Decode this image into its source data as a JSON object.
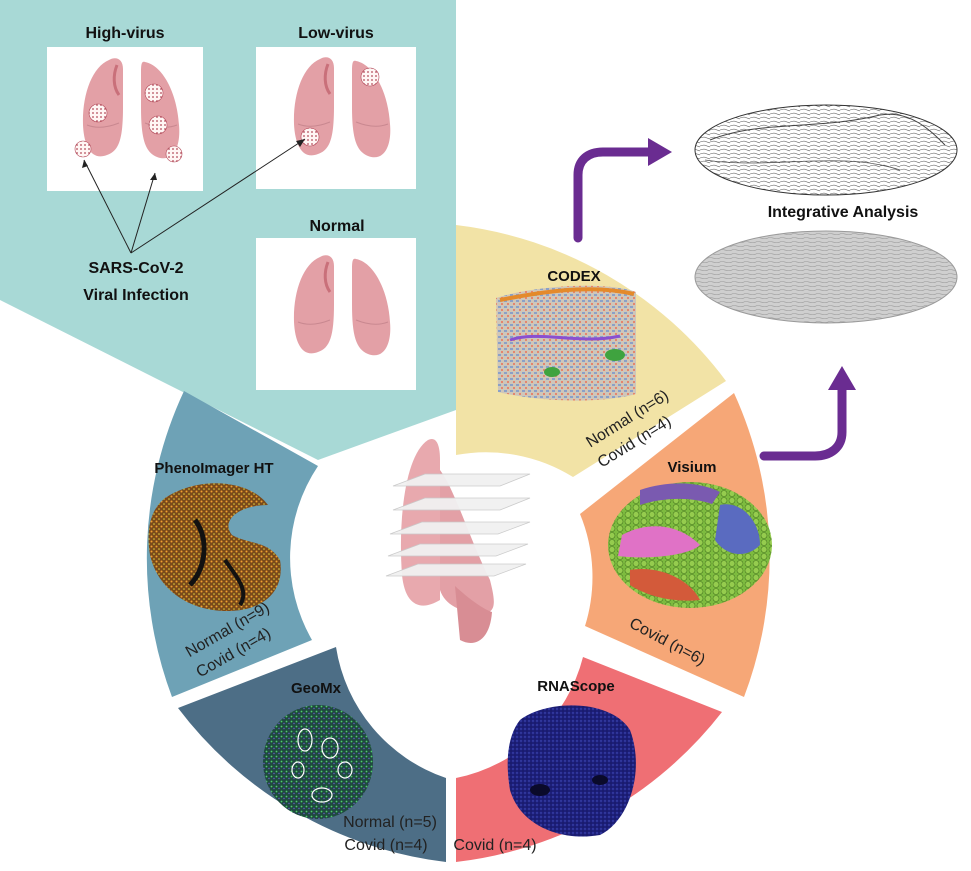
{
  "infection_panel": {
    "high_virus_label": "High-virus",
    "low_virus_label": "Low-virus",
    "normal_label": "Normal",
    "infection_line1": "SARS-CoV-2",
    "infection_line2": "Viral Infection"
  },
  "segments": {
    "codex": {
      "title": "CODEX",
      "line1": "Normal (n=6)",
      "line2": "Covid (n=4)"
    },
    "visium": {
      "title": "Visium",
      "line1": "Covid (n=6)"
    },
    "rnascope": {
      "title": "RNAScope",
      "line1": "Covid (n=4)"
    },
    "geomx": {
      "title": "GeoMx",
      "line1": "Normal (n=5)",
      "line2": "Covid (n=4)"
    },
    "phenoimager": {
      "title": "PhenoImager HT",
      "line1": "Normal (n=9)",
      "line2": "Covid (n=4)"
    }
  },
  "integrative_label": "Integrative  Analysis",
  "colors": {
    "panel_teal": "#a8d9d6",
    "codex": "#f2e3a6",
    "visium": "#f6a777",
    "rnascope": "#ef6f74",
    "geomx": "#4d6e86",
    "phenoimager": "#6ea2b6",
    "arrow": "#6a2c91",
    "lung": "#e3a0a6"
  }
}
